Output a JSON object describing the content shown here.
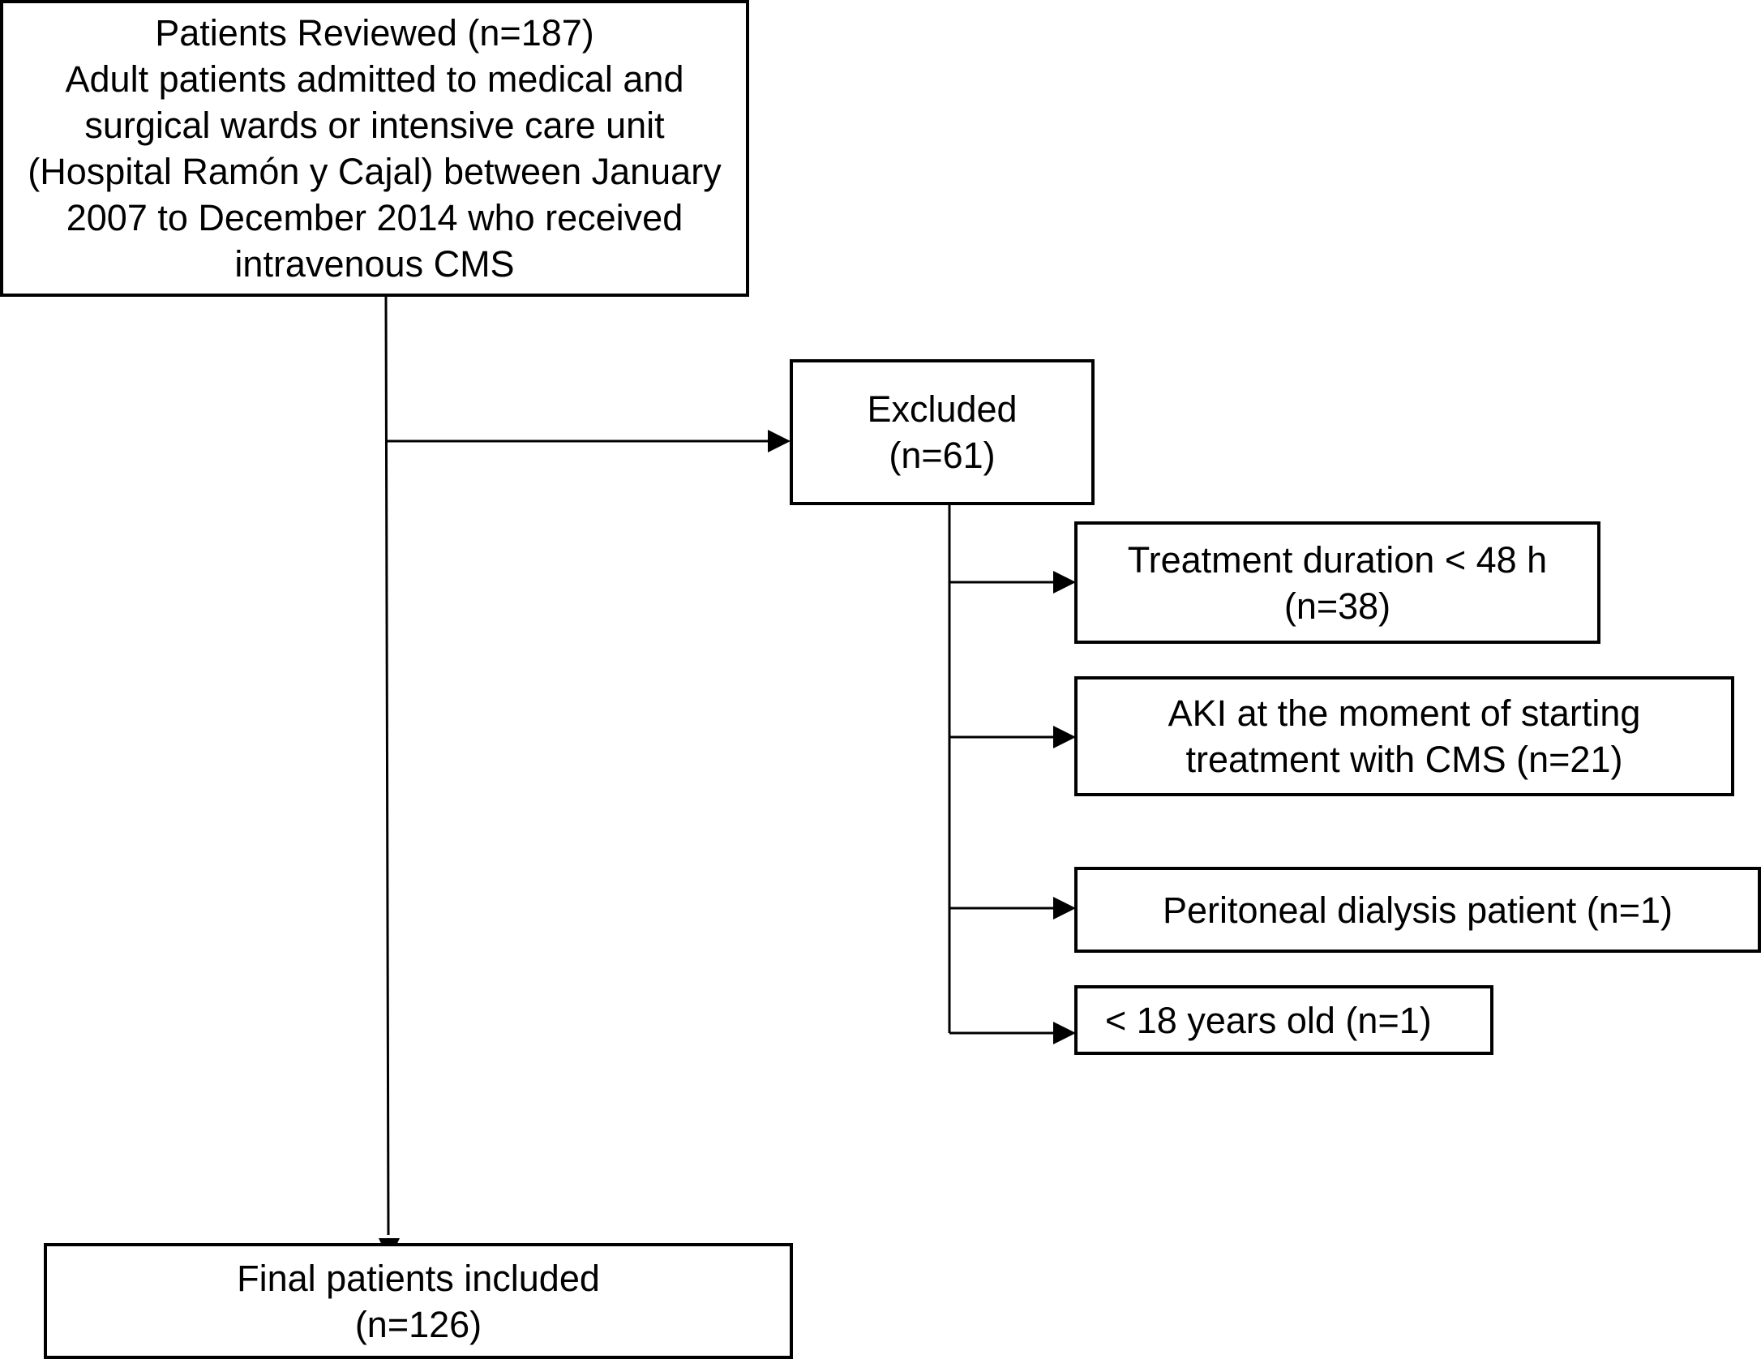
{
  "boxes": {
    "reviewed": {
      "lines": [
        "Patients Reviewed (n=187)",
        "Adult patients admitted to medical and",
        "surgical wards or intensive care unit",
        "(Hospital Ramón y Cajal) between January",
        "2007 to December 2014 who received",
        "intravenous CMS"
      ]
    },
    "excluded": {
      "lines": [
        "Excluded",
        "(n=61)"
      ]
    },
    "treatment_duration": {
      "lines": [
        "Treatment duration < 48 h",
        "(n=38)"
      ]
    },
    "aki": {
      "lines": [
        "AKI at the moment of starting",
        "treatment with CMS (n=21)"
      ]
    },
    "peritoneal": {
      "lines": [
        "Peritoneal dialysis patient (n=1)"
      ]
    },
    "under_18": {
      "lines": [
        "< 18 years old (n=1)"
      ]
    },
    "final": {
      "lines": [
        "Final patients included",
        "(n=126)"
      ]
    }
  },
  "colors": {
    "stroke": "#000000",
    "background": "#ffffff"
  }
}
